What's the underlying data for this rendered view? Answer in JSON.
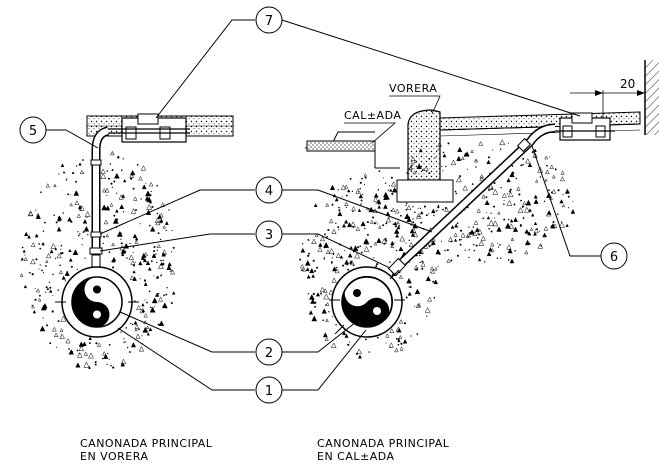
{
  "callouts": {
    "c1": "1",
    "c2": "2",
    "c3": "3",
    "c4": "4",
    "c5": "5",
    "c6": "6",
    "c7": "7"
  },
  "labels": {
    "vorera": "VORERA",
    "calcada": "CAL±ADA",
    "dimension": "20",
    "left_caption_line1": "CANONADA PRINCIPAL",
    "left_caption_line2": "EN VORERA",
    "right_caption_line1": "CANONADA PRINCIPAL",
    "right_caption_line2": "EN CAL±ADA"
  },
  "colors": {
    "line": "#000000",
    "background": "#ffffff",
    "fill_dark": "#000000"
  }
}
